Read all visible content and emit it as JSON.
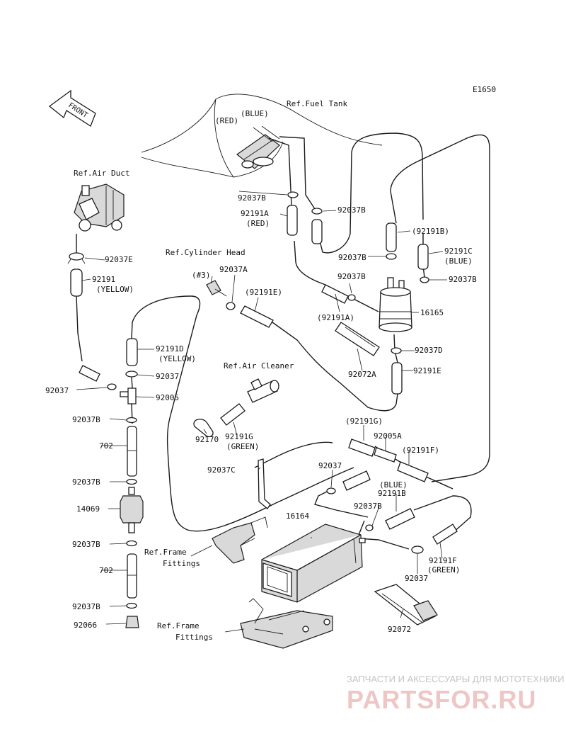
{
  "diagram": {
    "code": "E1650",
    "front_label": "FRONT",
    "refs": {
      "fuel_tank": "Ref.Fuel Tank",
      "air_duct": "Ref.Air Duct",
      "cylinder_head": "Ref.Cylinder Head",
      "air_cleaner": "Ref.Air Cleaner",
      "frame_fittings_line1": "Ref.Frame",
      "frame_fittings_line2": "Fittings"
    },
    "colors": {
      "red": "(RED)",
      "blue": "(BLUE)",
      "yellow": "(YELLOW)",
      "green": "(GREEN)"
    },
    "hash3": "(#3)",
    "parts": {
      "p92037B": "92037B",
      "p92191A": "92191A",
      "p92191A_paren": "(92191A)",
      "p92191B": "92191B",
      "p92191B_paren": "(92191B)",
      "p92191C": "92191C",
      "p92037E": "92037E",
      "p92191": "92191",
      "p92037A": "92037A",
      "p92191E_paren": "(92191E)",
      "p16165": "16165",
      "p92037D": "92037D",
      "p92072A": "92072A",
      "p92191E": "92191E",
      "p92191D": "92191D",
      "p92037": "92037",
      "p92005": "92005",
      "p92191G": "92191G",
      "p92191G_paren": "(92191G)",
      "p92170": "92170",
      "p92005A": "92005A",
      "p92191F_paren": "(92191F)",
      "p92037C": "92037C",
      "p702": "702",
      "p14069": "14069",
      "p16164": "16164",
      "p92191F": "92191F",
      "p92072": "92072",
      "p92066": "92066"
    }
  },
  "watermark": {
    "caption": "ЗАПЧАСТИ И АКСЕССУАРЫ ДЛЯ МОТОТЕХНИКИ",
    "brand": "PARTSFOR.RU"
  }
}
